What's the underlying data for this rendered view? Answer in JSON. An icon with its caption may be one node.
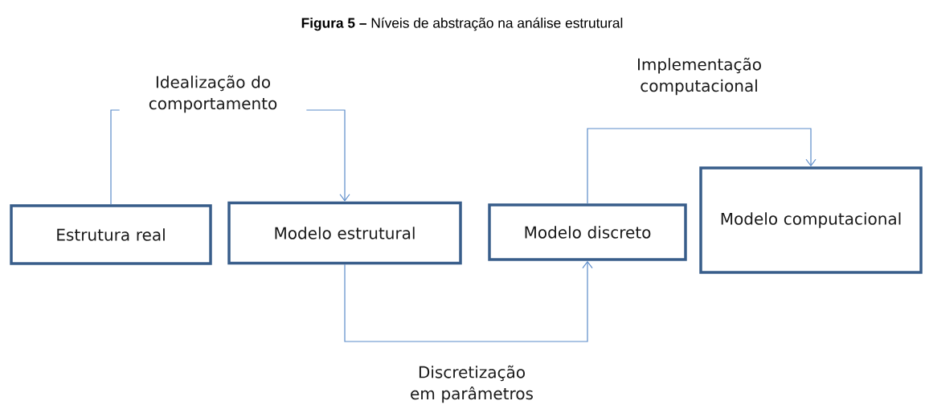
{
  "diagram": {
    "title": "**Figura 5 –** Níveis de abstração na análise estrutural",
    "nodes": [
      {
        "text": [
          "Estrutura real"
        ]
      },
      {
        "text": [
          "Modelo estrutural"
        ]
      },
      {
        "text": [
          "Modelo discreto"
        ]
      },
      {
        "text": [
          "Modelo computacional"
        ]
      }
    ],
    "edges": [
      {
        "from": 0,
        "to": 1,
        "arrow": "to",
        "label": "Idealização do comportamento"
      },
      {
        "from": 1,
        "to": 2,
        "arrow": "to",
        "label": "Discretização em parâmetros"
      },
      {
        "from": 2,
        "to": 3,
        "arrow": "to",
        "label": "Implementação computacional"
      }
    ]
  }
}
